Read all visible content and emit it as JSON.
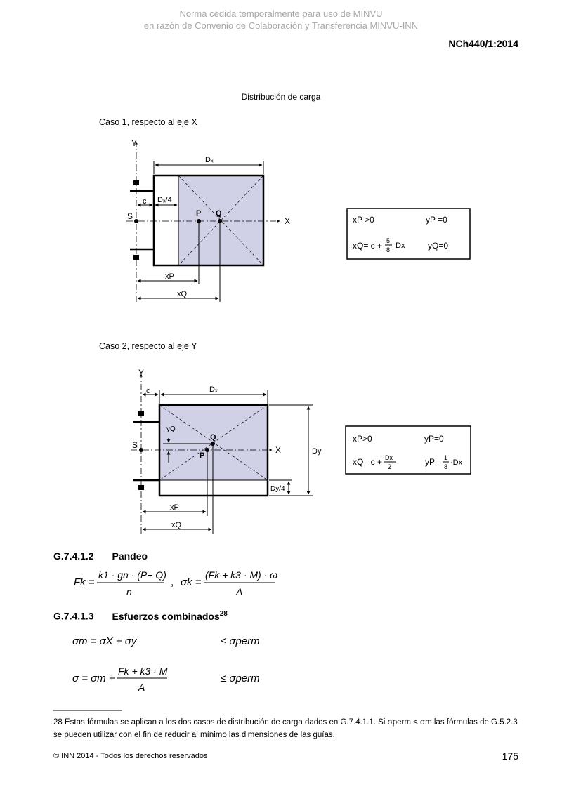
{
  "watermark": {
    "line1": "Norma cedida temporalmente para uso de MINVU",
    "line2": "en razón de Convenio de Colaboración y Transferencia MINVU-INN"
  },
  "doc_id": "NCh440/1:2014",
  "figure_title": "Distribución de carga",
  "case1": {
    "title": "Caso 1, respecto al eje X",
    "labels": {
      "Y": "Y",
      "X": "X",
      "S": "S",
      "P": "P",
      "Q": "Q",
      "c": "c",
      "Dx": "Dₓ",
      "Dx4": "Dₓ/4",
      "xP": "xP",
      "xQ": "xQ"
    },
    "box": {
      "r1_left": "xP >0",
      "r1_right": "yP =0",
      "r2_lead": "xQ= c +",
      "r2_num": "5",
      "r2_den": "8",
      "r2_tail": "Dx",
      "r2_right": "yQ=0"
    }
  },
  "case2": {
    "title": "Caso 2, respecto al eje Y",
    "labels": {
      "Y": "Y",
      "X": "X",
      "S": "S",
      "P": "P",
      "Q": "Q",
      "c": "c",
      "Dx": "Dₓ",
      "Dy": "Dy",
      "Dy4": "Dy/4",
      "yQ": "yQ",
      "xP": "xP",
      "xQ": "xQ"
    },
    "box": {
      "r1_left": "xP>0",
      "r1_right": "yP=0",
      "r2_lead": "xQ= c +",
      "r2_num": "Dx",
      "r2_den": "2",
      "r2_right_lead": "yP=",
      "r2_right_num": "1",
      "r2_right_den": "8",
      "r2_right_tail": "·Dx"
    }
  },
  "pandeo": {
    "number": "G.7.4.1.2",
    "title": "Pandeo",
    "f1_lhs": "Fk =",
    "f1_num": "k1 · gn · (P+ Q)",
    "f1_den": "n",
    "sep": ",",
    "f2_lhs": "σk =",
    "f2_num": "(Fk + k3 · M) · ω",
    "f2_den": "A"
  },
  "combinados": {
    "number": "G.7.4.1.3",
    "title": "Esfuerzos combinados",
    "sup": "28",
    "eq1_lhs": "σm = σX + σy",
    "eq1_rhs": "≤ σperm",
    "eq2_lhs": "σ = σm +",
    "eq2_num": "Fk + k3 · M",
    "eq2_den": "A",
    "eq2_rhs": "≤ σperm"
  },
  "footnote": {
    "text": "28   Estas fórmulas se aplican a los dos casos de distribución de carga dados en G.7.4.1.1. Si  σperm < σm  las fórmulas de G.5.2.3 se pueden utilizar con el fin de reducir al mínimo las dimensiones de las guías."
  },
  "footer": {
    "copyright": "© INN 2014 - Todos los derechos reservados",
    "page": "175"
  },
  "colors": {
    "fill": "#d0d0e6",
    "watermark": "#a8a8a8"
  }
}
